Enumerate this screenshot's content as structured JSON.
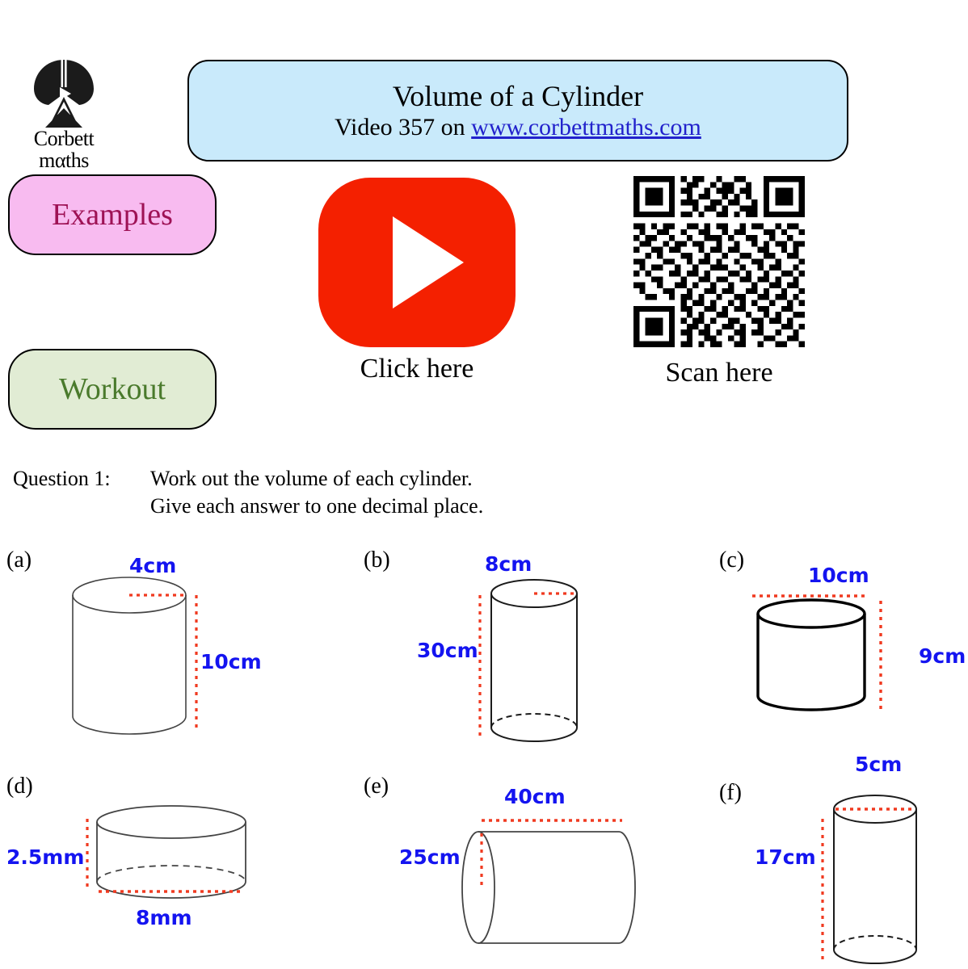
{
  "brand": {
    "name_line1": "Corbett",
    "name_line2": "mαths",
    "logo_icon": "corbettmaths-logo-icon"
  },
  "header": {
    "title": "Volume of a Cylinder",
    "video_prefix": "Video 357 on ",
    "video_url_text": "www.corbettmaths.com",
    "banner_color": "#c9eafb"
  },
  "buttons": {
    "examples": "Examples",
    "examples_bg": "#f8bbf0",
    "examples_fg": "#9e1255",
    "workout": "Workout",
    "workout_bg": "#e1ecd4",
    "workout_fg": "#4a7a2c"
  },
  "media": {
    "play_icon": "youtube-play-icon",
    "play_color": "#f42000",
    "click_here": "Click here",
    "qr_icon": "qr-code-icon",
    "scan_here": "Scan here"
  },
  "question": {
    "number": "Question 1:",
    "line1": "Work out the volume of each cylinder.",
    "line2": "Give each answer to one decimal place."
  },
  "style": {
    "dimension_text_color": "#1414f0",
    "dimension_line_color": "#f03a20",
    "outline_color": "#333333"
  },
  "parts": [
    {
      "letter": "(a)",
      "orientation": "vertical",
      "top_label": "4cm",
      "top_label_kind": "radius",
      "side_label": "10cm",
      "side_label_kind": "height",
      "bottom_label": "",
      "hidden_bottom_edge": false,
      "stroke": "thin"
    },
    {
      "letter": "(b)",
      "orientation": "vertical",
      "top_label": "8cm",
      "top_label_kind": "radius",
      "side_label": "30cm",
      "side_label_kind": "height",
      "bottom_label": "",
      "hidden_bottom_edge": true,
      "stroke": "normal"
    },
    {
      "letter": "(c)",
      "orientation": "vertical",
      "top_label": "10cm",
      "top_label_kind": "diameter",
      "side_label": "9cm",
      "side_label_kind": "height",
      "bottom_label": "",
      "hidden_bottom_edge": false,
      "stroke": "thick"
    },
    {
      "letter": "(d)",
      "orientation": "vertical",
      "top_label": "",
      "top_label_kind": "",
      "side_label": "2.5mm",
      "side_label_kind": "height",
      "bottom_label": "8mm",
      "bottom_label_kind": "diameter",
      "hidden_bottom_edge": true,
      "stroke": "thin"
    },
    {
      "letter": "(e)",
      "orientation": "horizontal",
      "top_label": "40cm",
      "top_label_kind": "length",
      "side_label": "25cm",
      "side_label_kind": "radius",
      "bottom_label": "",
      "hidden_bottom_edge": false,
      "stroke": "thin"
    },
    {
      "letter": "(f)",
      "orientation": "vertical",
      "top_label": "5cm",
      "top_label_kind": "diameter",
      "side_label": "17cm",
      "side_label_kind": "height",
      "bottom_label": "",
      "hidden_bottom_edge": true,
      "stroke": "normal"
    }
  ]
}
